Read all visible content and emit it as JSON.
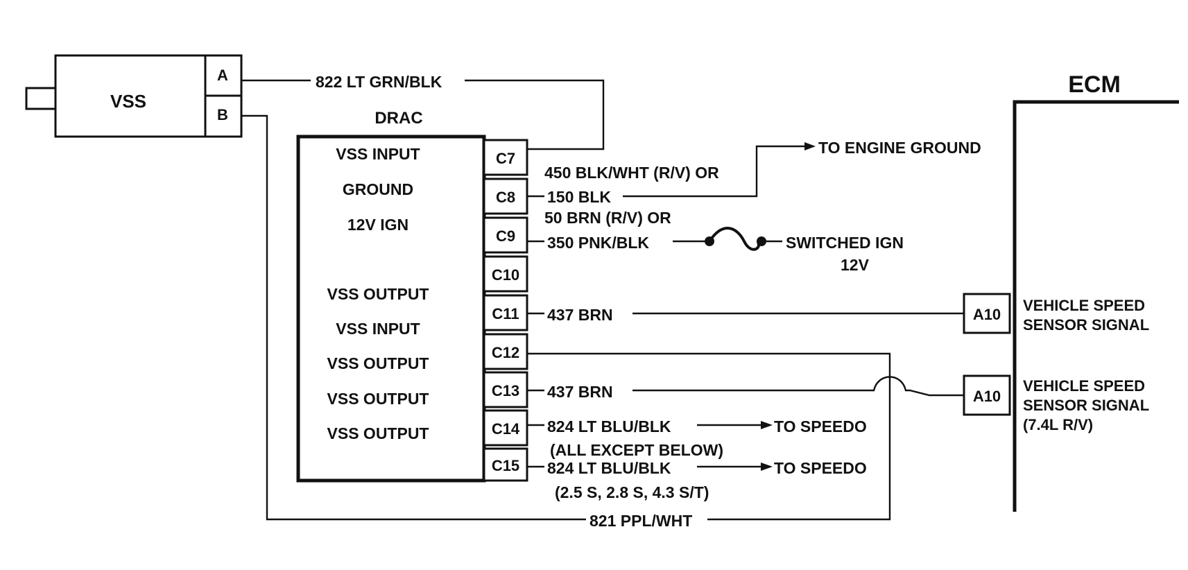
{
  "vss": {
    "label": "VSS",
    "pins": [
      "A",
      "B"
    ]
  },
  "drac": {
    "title": "DRAC",
    "functions": [
      "VSS INPUT",
      "GROUND",
      "12V IGN",
      "VSS OUTPUT",
      "VSS INPUT",
      "VSS OUTPUT",
      "VSS OUTPUT",
      "VSS OUTPUT"
    ],
    "pins": [
      "C7",
      "C8",
      "C9",
      "C10",
      "C11",
      "C12",
      "C13",
      "C14",
      "C15"
    ]
  },
  "ecm": {
    "title": "ECM",
    "pins": [
      "A10",
      "A10"
    ],
    "signal1": [
      "VEHICLE SPEED",
      "SENSOR SIGNAL"
    ],
    "signal2": [
      "VEHICLE SPEED",
      "SENSOR SIGNAL",
      "(7.4L R/V)"
    ]
  },
  "wires": {
    "w822": "822 LT GRN/BLK",
    "w450": "450 BLK/WHT (R/V) OR",
    "w150": "150 BLK",
    "to_ground": "TO ENGINE GROUND",
    "w50": "50 BRN (R/V) OR",
    "w350": "350 PNK/BLK",
    "switched": "SWITCHED IGN",
    "switched_v": "12V",
    "w437a": "437 BRN",
    "w437b": "437 BRN",
    "w824a": "824 LT BLU/BLK",
    "to_speedo_a": "TO SPEEDO",
    "note_a": "(ALL EXCEPT BELOW)",
    "w824b": "824 LT BLU/BLK",
    "to_speedo_b": "TO SPEEDO",
    "note_b": "(2.5 S, 2.8 S, 4.3 S/T)",
    "w821": "821 PPL/WHT"
  }
}
